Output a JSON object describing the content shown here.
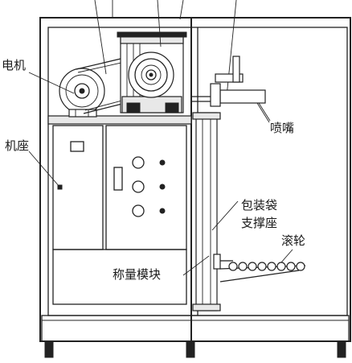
{
  "labels": {
    "motor": "电机",
    "base": "机座",
    "nozzle": "喷嘴",
    "bag_support_line1": "包装袋",
    "bag_support_line2": "支撑座",
    "roller": "滚轮",
    "weighing_module": "称量模块"
  }
}
